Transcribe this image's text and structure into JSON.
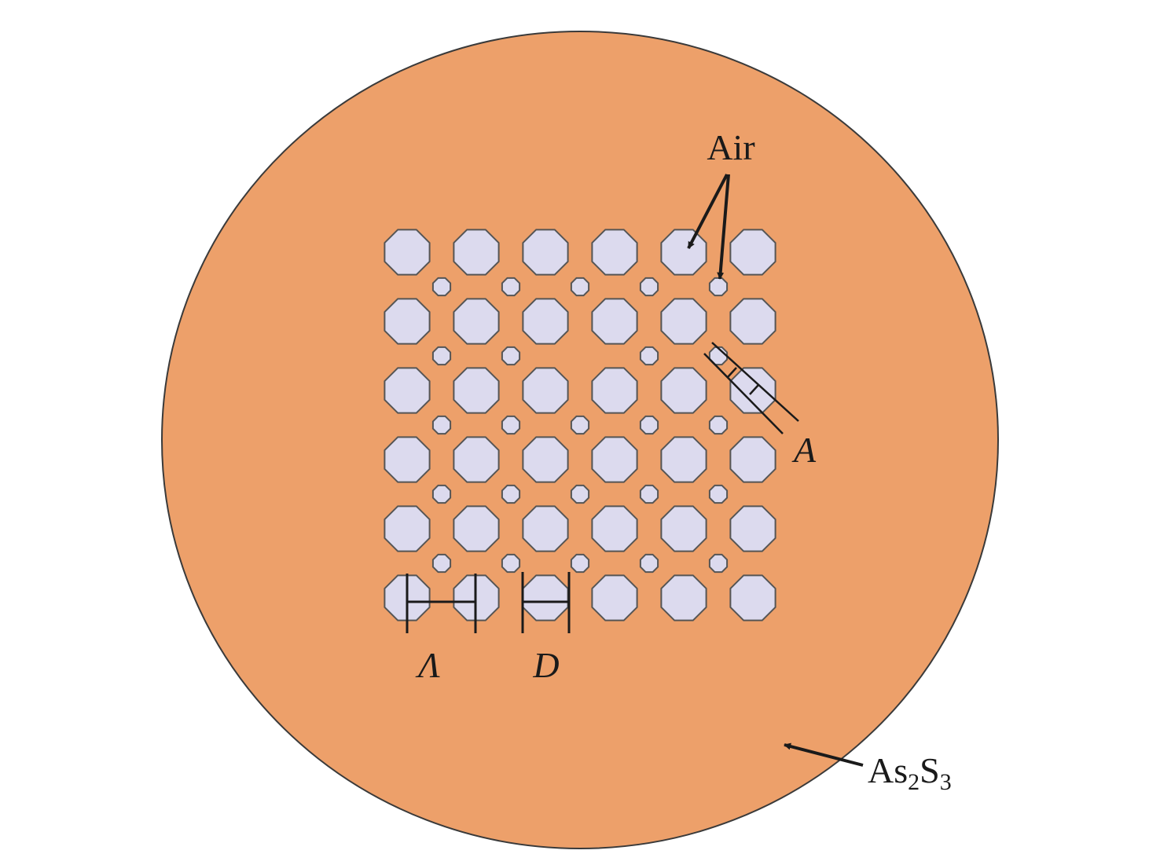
{
  "labels": {
    "air": "Air",
    "pitch": "Λ",
    "diameter": "D",
    "small_hole": "A",
    "material_base": "As",
    "material_sub1": "2",
    "material_mid": "S",
    "material_sub2": "3"
  },
  "structure": {
    "large_hole_rows": 6,
    "large_hole_cols": 6,
    "small_hole_rows": 5,
    "small_hole_cols": 5,
    "missing_small_holes": [
      [
        1,
        2
      ]
    ]
  },
  "colors": {
    "cladding": "#EDA06A",
    "cladding_edge": "#3a3a3a",
    "hole_fill": "#DCDAEE",
    "hole_edge": "#555555",
    "ink": "#1a1a1a"
  }
}
